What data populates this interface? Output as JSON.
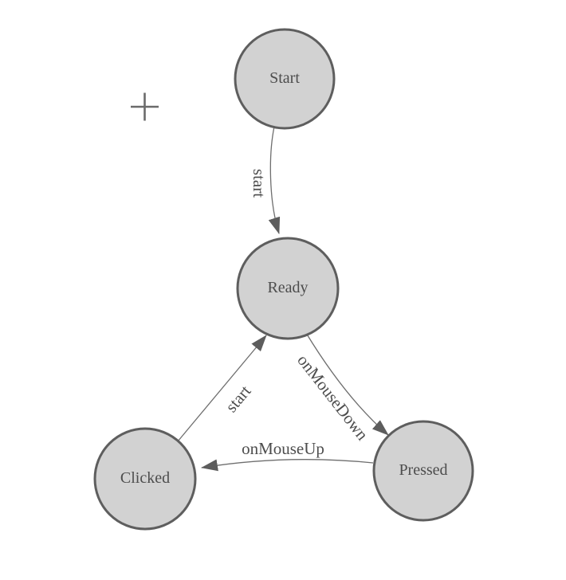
{
  "diagram": {
    "type": "state-machine",
    "nodes": [
      {
        "id": "start",
        "label": "Start"
      },
      {
        "id": "ready",
        "label": "Ready"
      },
      {
        "id": "clicked",
        "label": "Clicked"
      },
      {
        "id": "pressed",
        "label": "Pressed"
      }
    ],
    "edges": [
      {
        "from": "Start",
        "to": "Ready",
        "label": "start"
      },
      {
        "from": "Clicked",
        "to": "Ready",
        "label": "start"
      },
      {
        "from": "Ready",
        "to": "Pressed",
        "label": "onMouseDown"
      },
      {
        "from": "Pressed",
        "to": "Clicked",
        "label": "onMouseUp"
      }
    ],
    "cursor": {
      "symbol": "+"
    },
    "colors": {
      "background": "#ffffff",
      "node_fill": "#d2d2d2",
      "node_stroke": "#5e5e5e",
      "edge_stroke": "#6e6e6e",
      "arrow_fill": "#5d5d5d",
      "label": "#4d4d4d",
      "crosshair": "#6b6b6b"
    }
  }
}
